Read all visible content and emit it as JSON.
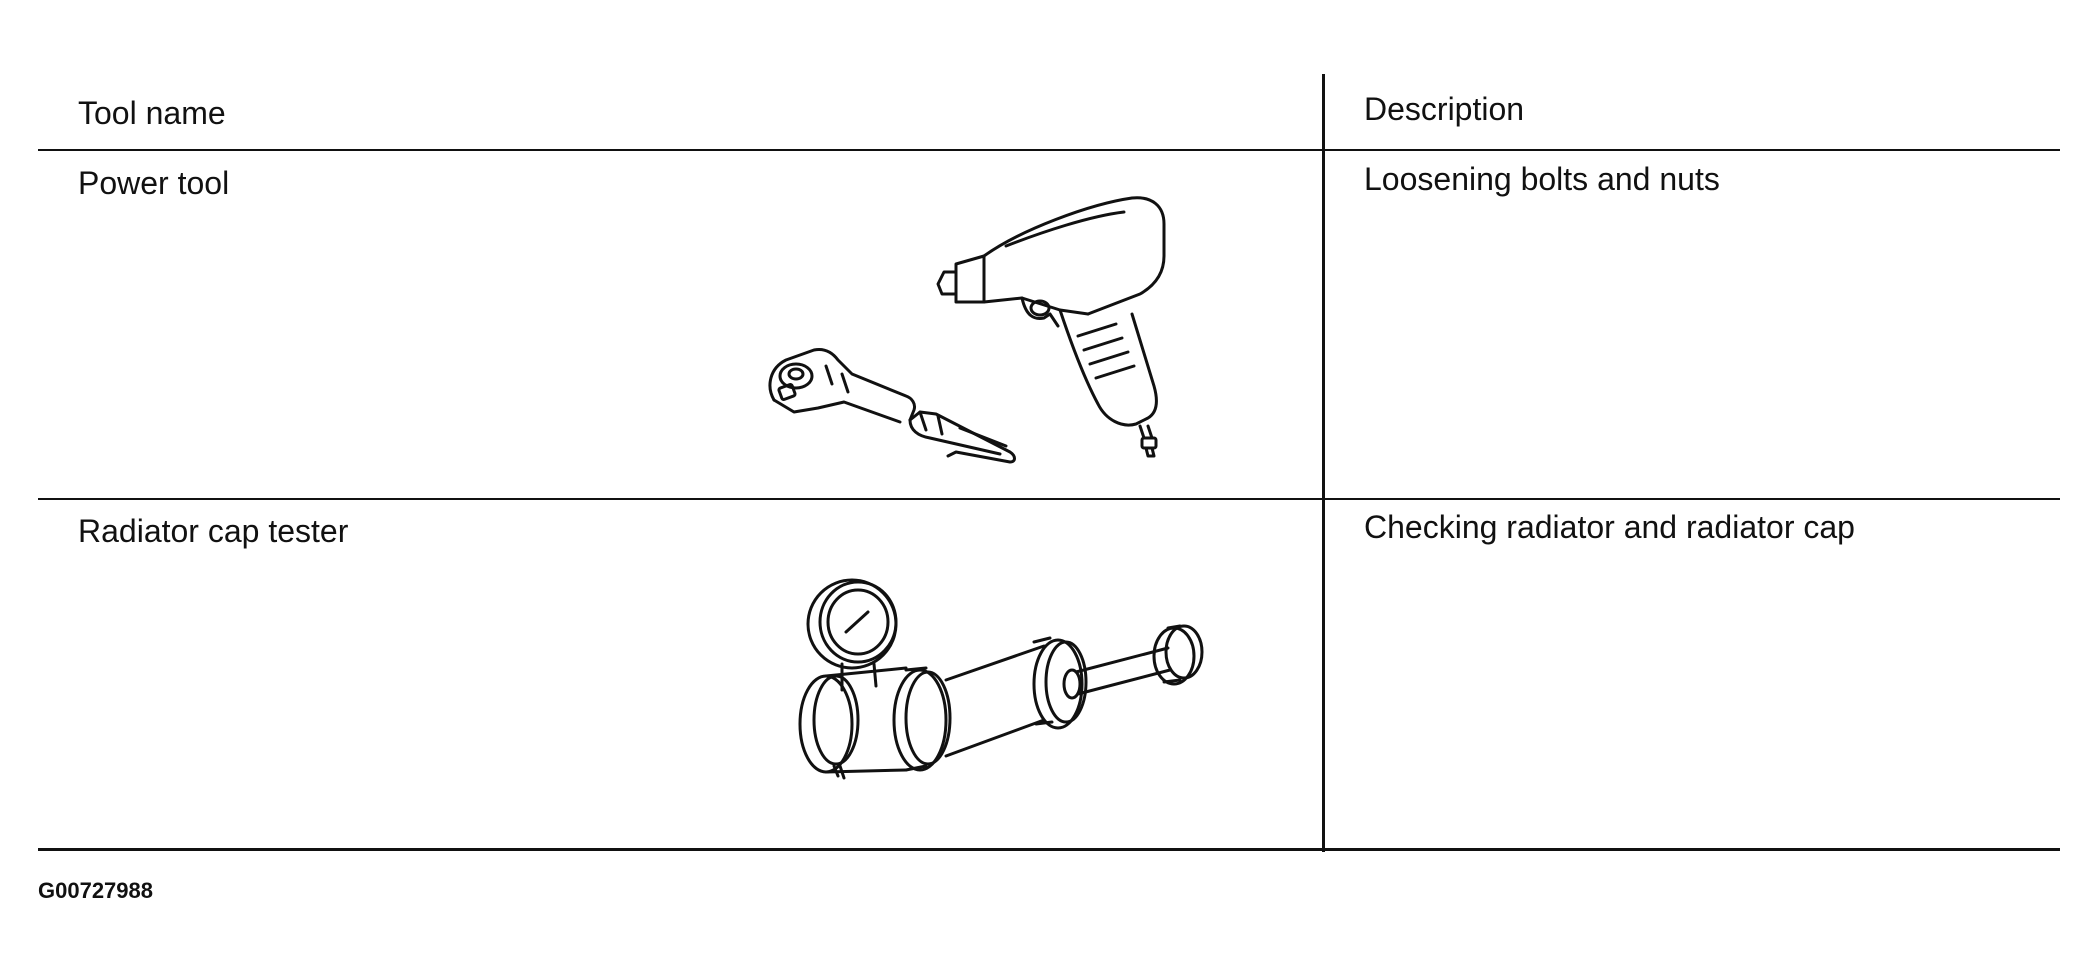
{
  "table": {
    "headers": {
      "tool_name": "Tool name",
      "description": "Description"
    },
    "rows": [
      {
        "tool_name": "Power tool",
        "description": "Loosening bolts and nuts",
        "illustration": "power-tool-icon"
      },
      {
        "tool_name": "Radiator cap tester",
        "description": "Checking radiator and radiator cap",
        "illustration": "radiator-cap-tester-icon"
      }
    ]
  },
  "figure_id": "G00727988",
  "colors": {
    "ink": "#111111",
    "background": "#ffffff"
  }
}
